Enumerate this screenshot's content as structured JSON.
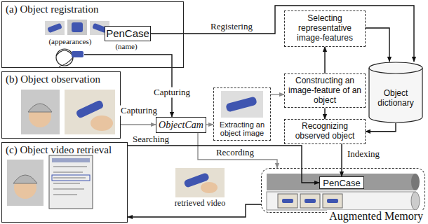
{
  "diagram": {
    "nodes": [
      {
        "text": [
          "(a) Object registration"
        ]
      },
      {
        "text": [
          "PenCase"
        ],
        "in": 0
      },
      {
        "text": [
          "(b) Object observation"
        ]
      },
      {
        "text": [
          "(c) Object video retrieval"
        ]
      },
      {
        "text": [
          "ObjectCam"
        ]
      },
      {
        "text": [
          "Extracting an object image"
        ]
      },
      {
        "text": [
          "Selecting representative image-features"
        ]
      },
      {
        "text": [
          "Constructing an image-feature of an object"
        ]
      },
      {
        "text": [
          "Recognizing observed object"
        ]
      },
      {
        "text": [
          "Object dictionary"
        ]
      },
      {
        "text": [
          "Augmented Memory"
        ]
      },
      {
        "text": [
          "PenCase"
        ],
        "in": 10
      }
    ],
    "edges": [
      {
        "from": 1,
        "to": 9,
        "arrow": "to",
        "label": "Registering"
      },
      {
        "from": 0,
        "to": 4,
        "arrow": "to",
        "label": "Capturing"
      },
      {
        "from": 2,
        "to": 4,
        "arrow": "to",
        "label": "Capturing"
      },
      {
        "from": 4,
        "to": 5,
        "arrow": "to"
      },
      {
        "from": 4,
        "to": 10,
        "arrow": "to",
        "label": "Recording"
      },
      {
        "from": 5,
        "to": 7,
        "arrow": "to"
      },
      {
        "from": 7,
        "to": 6,
        "arrow": "to"
      },
      {
        "from": 6,
        "to": 9,
        "arrow": "to"
      },
      {
        "from": 7,
        "to": 8,
        "arrow": "to"
      },
      {
        "from": 9,
        "to": 8,
        "arrow": "to"
      },
      {
        "from": 8,
        "to": 11,
        "arrow": "to",
        "label": "Indexing"
      },
      {
        "from": 3,
        "to": 11,
        "arrow": "to",
        "label": "Searching"
      },
      {
        "from": 10,
        "to": 3,
        "arrow": "to"
      }
    ],
    "labels": [
      "(appearances)",
      "(name)",
      "retrieved video"
    ]
  }
}
